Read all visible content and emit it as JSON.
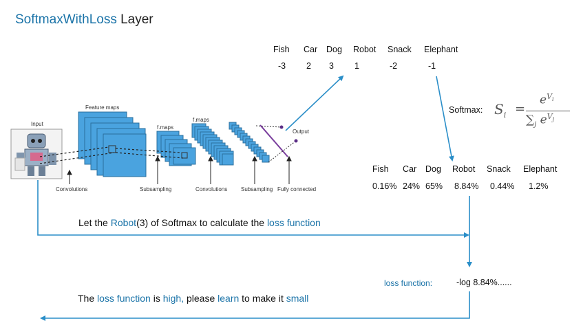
{
  "title": {
    "highlight": "SoftmaxWithLoss",
    "rest": " Layer"
  },
  "scores": {
    "classes": [
      "Fish",
      "Car",
      "Dog",
      "Robot",
      "Snack",
      "Elephant"
    ],
    "values": [
      "-3",
      "2",
      "3",
      "1",
      "-2",
      "-1"
    ]
  },
  "softmax": {
    "label": "Softmax:",
    "formula_lhs": "S",
    "formula_sub": "i",
    "formula_num": "e",
    "formula_num_sup": "V",
    "formula_num_sup_sub": "i",
    "formula_den_sum": "∑",
    "formula_den_sum_sub": "j",
    "formula_den": "e",
    "formula_den_sup": "V",
    "formula_den_sup_sub": "j",
    "classes": [
      "Fish",
      "Car",
      "Dog",
      "Robot",
      "Snack",
      "Elephant"
    ],
    "probs": [
      "0.16%",
      "24%",
      "65%",
      "8.84%",
      "0.44%",
      "1.2%"
    ]
  },
  "cnn": {
    "input_label": "Input",
    "feature_maps": "Feature maps",
    "fmaps1": "f.maps",
    "fmaps2": "f.maps",
    "output": "Output",
    "bottom_labels": [
      "Convolutions",
      "Subsampling",
      "Convolutions",
      "Subsampling",
      "Fully connected"
    ]
  },
  "caption1": {
    "p1": "Let the ",
    "h1": "Robot",
    "p2": "(3) of Softmax to calculate the ",
    "h2": "loss function"
  },
  "loss": {
    "label": "loss function:",
    "value": "-log 8.84%......"
  },
  "caption2": {
    "p1": "The ",
    "h1": "loss function",
    "p2": "  is ",
    "h2": "high,",
    "p3": " please ",
    "h3": "learn",
    "p4": " to make it ",
    "h4": "small"
  },
  "colors": {
    "accent": "#1a73a8",
    "cnn_blue": "#4aa3df",
    "arrow": "#2a8ec8"
  }
}
